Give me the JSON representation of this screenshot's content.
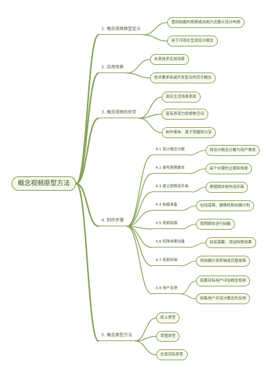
{
  "root": "概念视频原型方法",
  "branches": [
    {
      "label": "1. 概念视频原型定义",
      "children": [
        {
          "label": "使用拍摄的视频或动画方式展示设计构想"
        },
        {
          "label": "用于可视化呈现设计概念"
        }
      ]
    },
    {
      "label": "2. 应用场景",
      "children": [
        {
          "label": "未来技术应用场景"
        },
        {
          "label": "技术要求高或开发复杂的设计概念"
        }
      ]
    },
    {
      "label": "3. 概念视频的优势",
      "children": [
        {
          "label": "真实生活场景表现"
        },
        {
          "label": "富有表现力和想象空间"
        },
        {
          "label": "制作简单，易于掌握和分享"
        }
      ]
    },
    {
      "label": "4. 制作步骤",
      "children": [
        {
          "label": "4.1 设计概念分解",
          "children": [
            {
              "label": "将设计概念分解为用户情境"
            }
          ]
        },
        {
          "label": "4.2 编写剧情脚本",
          "children": [
            {
              "label": "每个步骤的主题和场景"
            }
          ]
        },
        {
          "label": "4.3 建立剧情连环画",
          "children": [
            {
              "label": "根据脚本制作连环画"
            }
          ]
        },
        {
          "label": "4.4 拍摄准备",
          "children": [
            {
              "label": "包括道具、摄像机和拍摄计划"
            }
          ]
        },
        {
          "label": "4.5 视频拍摄",
          "children": [
            {
              "label": "按照脚本进行拍摄"
            }
          ]
        },
        {
          "label": "4.6 特殊效果创建",
          "children": [
            {
              "label": "如有需要，添加特殊效果"
            }
          ]
        },
        {
          "label": "4.7 视频剪辑",
          "children": [
            {
              "label": "将拍摄片段剪辑成完整故事"
            }
          ]
        },
        {
          "label": "4.8 用户反馈",
          "children": [
            {
              "label": "招募目标用户评估概念视频"
            },
            {
              "label": "收集用户对设计概念的反馈"
            }
          ]
        }
      ]
    },
    {
      "label": "5. 概念原型方法",
      "children": [
        {
          "label": "纸上原型"
        },
        {
          "label": "草图原型"
        },
        {
          "label": "仿真实际原型"
        }
      ]
    }
  ],
  "colors": {
    "line": "#86a35a",
    "node_fill": "#f8fbef",
    "text": "#4c5a36"
  }
}
